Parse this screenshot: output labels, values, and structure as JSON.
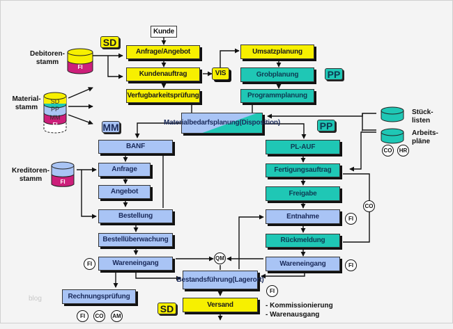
{
  "colors": {
    "yellow": "#f7f000",
    "teal": "#1fc7b5",
    "blue": "#a9c4f5",
    "magenta": "#cc1f7a"
  },
  "tags": {
    "sd_top": "SD",
    "pp_top": "PP",
    "mm": "MM",
    "pp_mid": "PP",
    "sd_bottom": "SD"
  },
  "sd_flow": {
    "kunde": "Kunde",
    "anfrage_angebot": "Anfrage/Angebot",
    "kundenauftrag": "Kundenauftrag",
    "vis": "VIS",
    "verfuegbarkeit": "Verfugbarkeitsprüfung"
  },
  "pp_top_flow": {
    "umsatzplanung": "Umsatzplanung",
    "grobplanung": "Grobplanung",
    "programmplanung": "Programmplanung"
  },
  "disposition": {
    "line1": "Materialbedarfsplanung",
    "line2": "(Disposition)"
  },
  "mm_flow": {
    "banf": "BANF",
    "anfrage": "Anfrage",
    "angebot": "Angebot",
    "bestellung": "Bestellung",
    "bestellueberwachung": "Bestellüberwachung",
    "wareneingang": "Wareneingang",
    "rechnungspruefung": "Rechnungsprüfung"
  },
  "pp_flow": {
    "pl_auf": "PL-AUF",
    "fertigungsauftrag": "Fertigungsauftrag",
    "freigabe": "Freigabe",
    "entnahme": "Entnahme",
    "rueckmeldung": "Rückmeldung",
    "wareneingang": "Wareneingang"
  },
  "stock": {
    "line1": "Bestandsführung",
    "line2": "(Lagerort)"
  },
  "versand": "Versand",
  "notes": {
    "kommissionierung": "- Kommissionierung",
    "warenausgang": "- Warenausgang"
  },
  "masterdata": {
    "debitoren": {
      "line1": "Debitoren-",
      "line2": "stamm",
      "band": "FI"
    },
    "material": {
      "line1": "Material-",
      "line2": "stamm",
      "bands": [
        "SD",
        "PP",
        "MM",
        "FI"
      ]
    },
    "kreditoren": {
      "line1": "Kreditoren-",
      "line2": "stamm",
      "band": "FI"
    },
    "stuecklisten": {
      "line1": "Stück-",
      "line2": "listen"
    },
    "arbeitsplaene": {
      "line1": "Arbeits-",
      "line2": "pläne"
    }
  },
  "circles": {
    "co_hr": [
      "CO",
      "HR"
    ],
    "co_side": "CO",
    "fi_entnahme": "FI",
    "fi_we_left": "FI",
    "fi_we_right": "FI",
    "qm": "QM",
    "fi_versand": "FI",
    "rechnung": [
      "FI",
      "CO",
      "AM"
    ]
  },
  "watermark": "blog"
}
